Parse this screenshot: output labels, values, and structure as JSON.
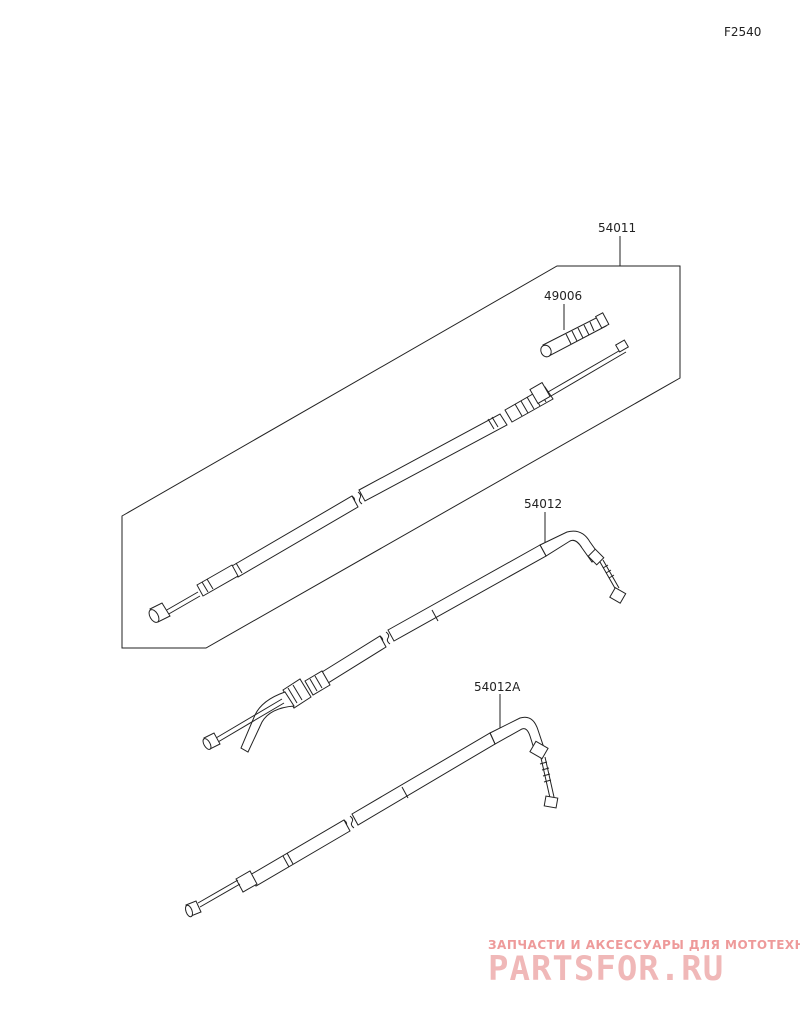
{
  "page_code": "F2540",
  "callouts": {
    "cable_set": "54011",
    "boot": "49006",
    "cable_1": "54012",
    "cable_2": "54012A"
  },
  "watermark": {
    "tagline": "ЗАПЧАСТИ И АКСЕССУАРЫ ДЛЯ МОТОТЕХНИКИ",
    "brand": "PARTSFOR.RU",
    "color": "#e88b8b"
  }
}
